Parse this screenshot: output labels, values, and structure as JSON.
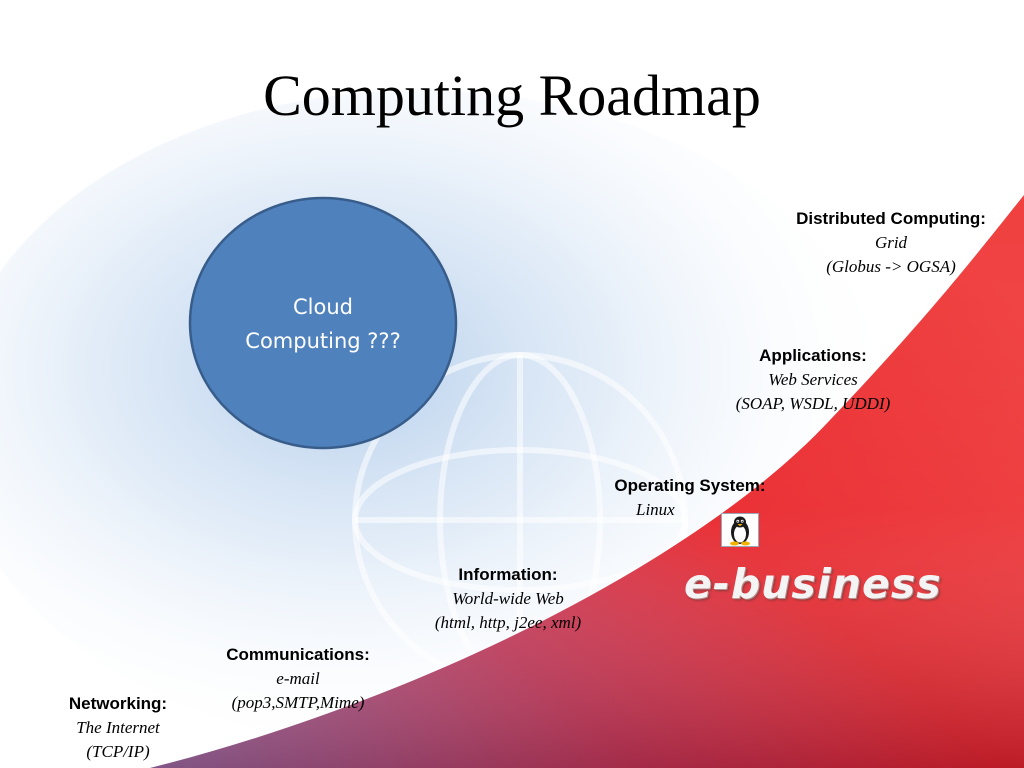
{
  "slide": {
    "title": "Computing Roadmap",
    "colors": {
      "curve_red": "#e8252b",
      "curve_dark_red": "#b5122a",
      "curve_purple": "#8c7fbf",
      "cloud_fill": "#4f81bd",
      "cloud_border": "#385d8a",
      "glow_blue": "#bfd6ee"
    }
  },
  "cloud": {
    "line1": "Cloud",
    "line2": "Computing ???"
  },
  "stages": {
    "networking": {
      "head": "Networking:",
      "line1": "The Internet",
      "line2": "(TCP/IP)"
    },
    "communications": {
      "head": "Communications:",
      "line1": "e-mail",
      "line2": "(pop3,SMTP,Mime)"
    },
    "information": {
      "head": "Information:",
      "line1": "World-wide Web",
      "line2": "(html, http, j2ee, xml)"
    },
    "os": {
      "head": "Operating System:",
      "line1": "Linux"
    },
    "applications": {
      "head": "Applications:",
      "line1": "Web Services",
      "line2": "(SOAP, WSDL, UDDI)"
    },
    "distributed": {
      "head": "Distributed Computing:",
      "line1": "Grid",
      "line2": "(Globus -> OGSA)"
    }
  },
  "icons": {
    "penguin": "linux-penguin-icon"
  },
  "logo": {
    "text": "e-business"
  }
}
